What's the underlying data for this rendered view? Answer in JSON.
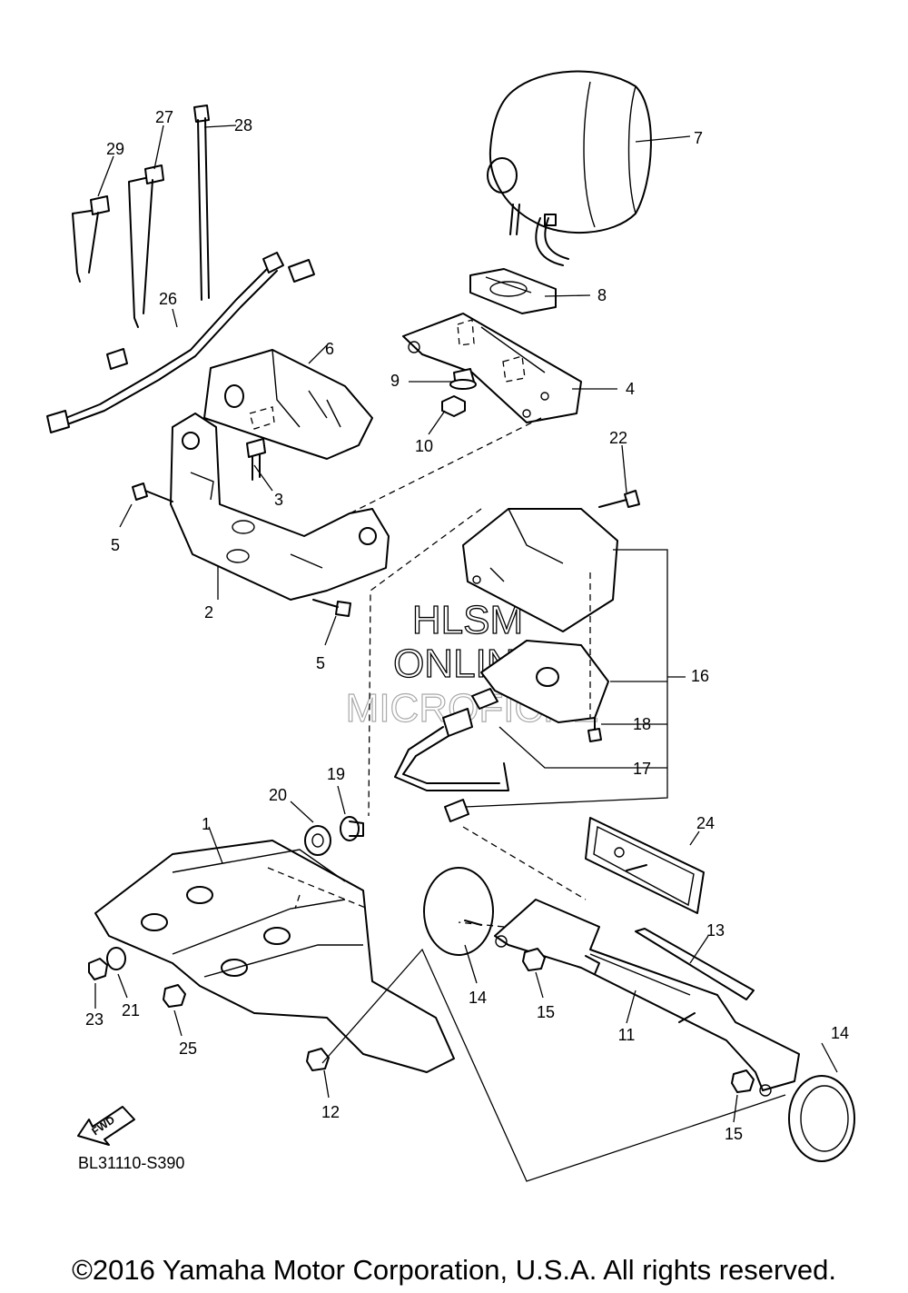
{
  "diagram_code": "BL31110-S390",
  "copyright": "©2016 Yamaha Motor Corporation, U.S.A. All rights reserved.",
  "watermark": {
    "line1": "HLSM",
    "line2": "ONLINE",
    "line3": "MICROFICHE"
  },
  "fwd_label": "FWD",
  "callouts": {
    "c1": "1",
    "c2": "2",
    "c3": "3",
    "c4": "4",
    "c5a": "5",
    "c5b": "5",
    "c6": "6",
    "c7": "7",
    "c8": "8",
    "c9": "9",
    "c10": "10",
    "c11": "11",
    "c12": "12",
    "c13": "13",
    "c14a": "14",
    "c14b": "14",
    "c15a": "15",
    "c15b": "15",
    "c16": "16",
    "c17": "17",
    "c18": "18",
    "c19": "19",
    "c20": "20",
    "c21": "21",
    "c22": "22",
    "c23": "23",
    "c24": "24",
    "c25": "25",
    "c26": "26",
    "c27": "27",
    "c28": "28",
    "c29": "29"
  }
}
